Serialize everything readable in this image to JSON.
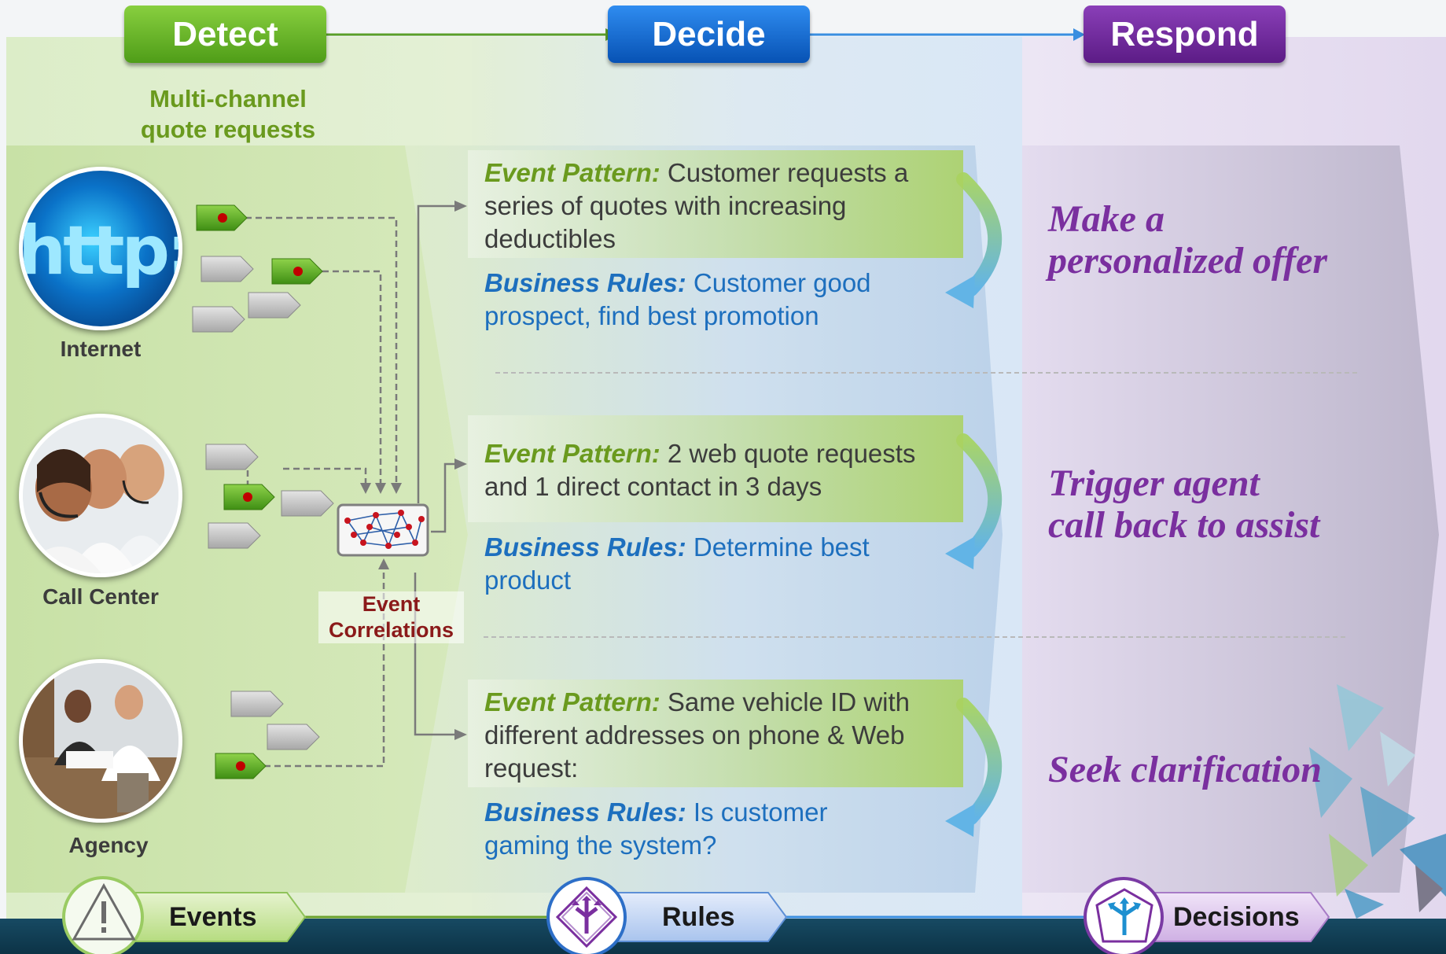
{
  "stages": {
    "detect": "Detect",
    "decide": "Decide",
    "respond": "Respond"
  },
  "detect_subtitle": [
    "Multi-channel",
    "quote requests"
  ],
  "channels": [
    "Internet",
    "Call Center",
    "Agency"
  ],
  "internet_image_text": "http://w",
  "correlation_label": [
    "Event",
    "Correlations"
  ],
  "rows": [
    {
      "pattern_label": "Event Pattern:",
      "pattern_lines": [
        "Customer requests a",
        "series of  quotes with increasing",
        "deductibles"
      ],
      "rules_label": "Business Rules:",
      "rules_lines": [
        "Customer good",
        "prospect, find best promotion"
      ],
      "decision": [
        "Make a",
        "personalized offer"
      ]
    },
    {
      "pattern_label": "Event Pattern:",
      "pattern_lines": [
        "2 web quote requests",
        "and 1 direct contact in 3 days"
      ],
      "rules_label": "Business Rules:",
      "rules_lines": [
        "Determine best",
        "product"
      ],
      "decision": [
        "Trigger agent",
        "call back to assist"
      ]
    },
    {
      "pattern_label": "Event Pattern:",
      "pattern_lines": [
        "Same vehicle ID with",
        "different addresses on phone & Web",
        "request:"
      ],
      "rules_label": "Business Rules:",
      "rules_lines": [
        "Is customer",
        "gaming the system?"
      ],
      "decision": [
        "Seek clarification"
      ]
    }
  ],
  "footer": {
    "events": "Events",
    "rules": "Rules",
    "decisions": "Decisions"
  },
  "icons": {
    "events": "warning-triangle-icon",
    "rules": "fork-arrows-icon",
    "decisions": "branching-arrows-icon"
  },
  "colors": {
    "detect": "#5bab1d",
    "decide": "#0a64c8",
    "respond": "#6a2494",
    "footer_bar": "#103c52"
  }
}
